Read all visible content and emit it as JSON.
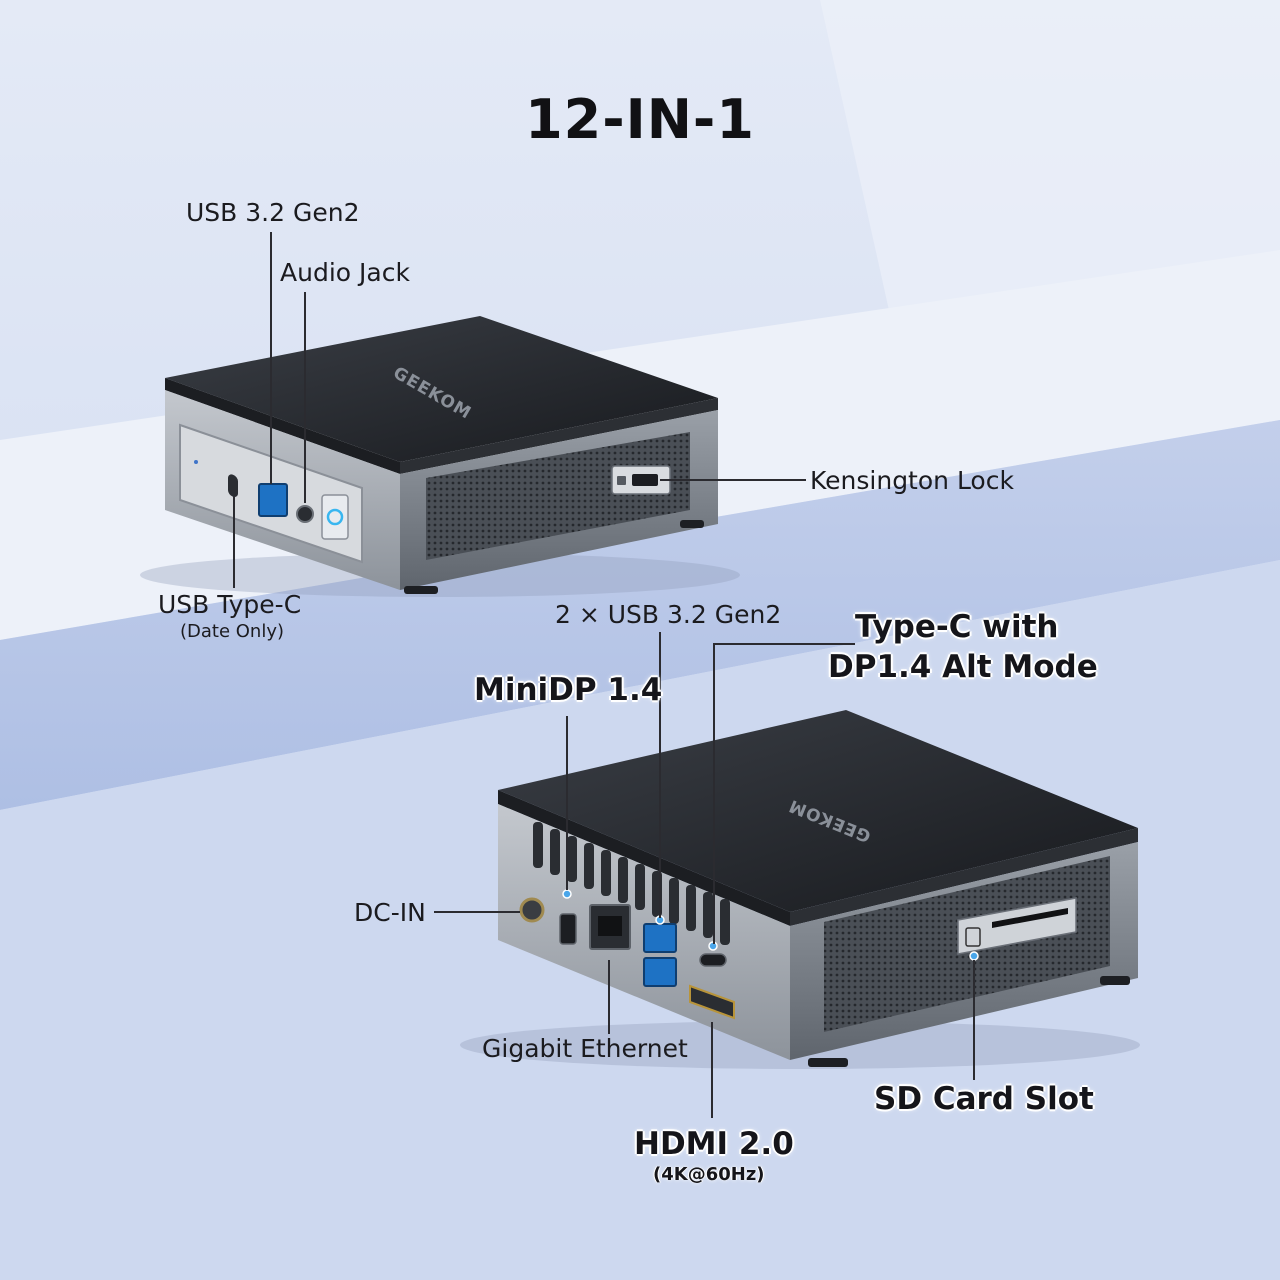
{
  "title": "12-IN-1",
  "brand": "GEEKOM",
  "labels": {
    "usb32_gen2_front": "USB 3.2 Gen2",
    "audio_jack": "Audio Jack",
    "kensington_lock": "Kensington Lock",
    "usb_type_c": "USB Type-C",
    "usb_type_c_note": "(Date Only)",
    "usb32_gen2_rear": "2 × USB 3.2 Gen2",
    "type_c_line1": "Type-C with",
    "type_c_line2": "DP1.4 Alt Mode",
    "minidp": "MiniDP 1.4",
    "dc_in": "DC-IN",
    "gigabit_ethernet": "Gigabit Ethernet",
    "hdmi": "HDMI 2.0",
    "hdmi_note": "(4K@60Hz)",
    "sd_card_slot": "SD Card Slot"
  },
  "colors": {
    "background": "#dfe6f4",
    "shelf_top": "#e9eef8",
    "shelf_front": "#b9c6e6",
    "chassis": "#7d838c",
    "lid": "#2a2d32",
    "accent_blue": "#3fa0e0"
  }
}
